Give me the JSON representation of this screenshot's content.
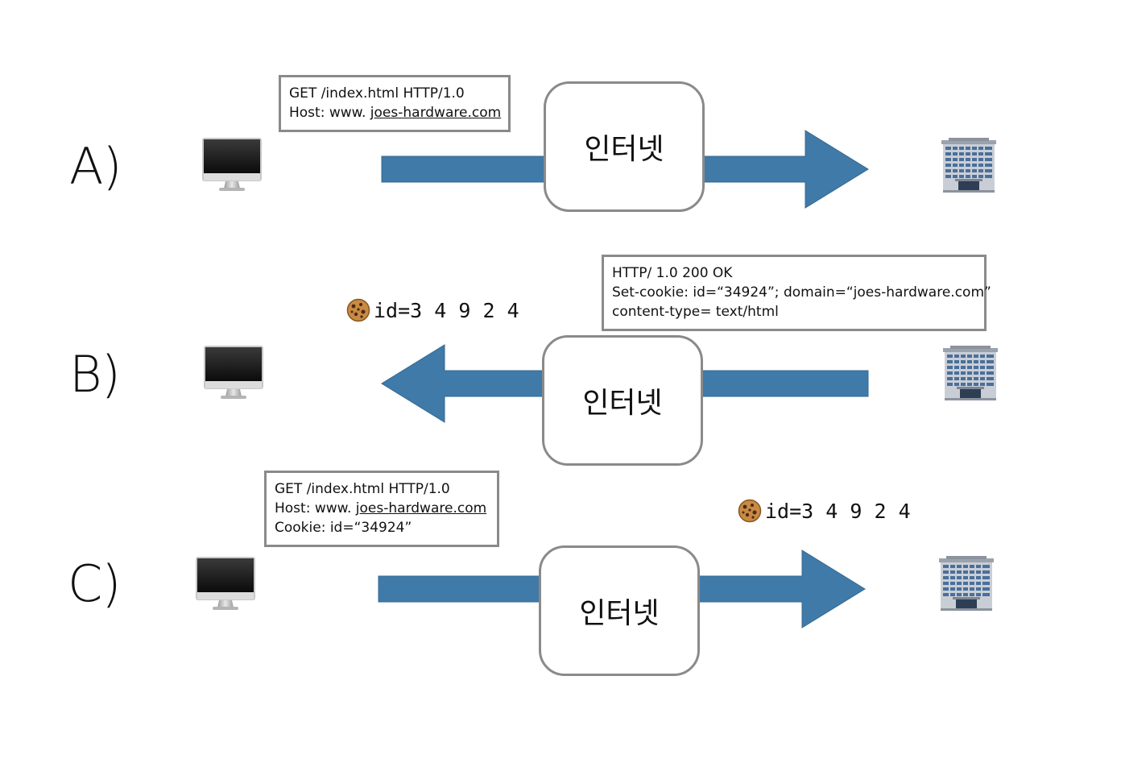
{
  "rows": {
    "a": {
      "label": "A)",
      "cloud": "인터넷",
      "message": [
        "GET /index.html HTTP/1.0",
        "Host: www. ",
        "joes-hardware.com"
      ]
    },
    "b": {
      "label": "B)",
      "cloud": "인터넷",
      "cookie": "id=3 4 9 2 4",
      "message": [
        "HTTP/ 1.0 200 OK",
        "Set-cookie: id=“34924”; domain=“joes-hardware.com”",
        "content-type= text/html"
      ]
    },
    "c": {
      "label": "C)",
      "cloud": "인터넷",
      "cookie": "id=3 4 9 2 4",
      "message": [
        "GET /index.html HTTP/1.0",
        "Host: www. ",
        "joes-hardware.com",
        "Cookie: id=“34924”"
      ]
    }
  },
  "icons": {
    "client": "desktop-monitor-icon",
    "server": "office-building-icon",
    "cookie": "cookie-icon"
  },
  "colors": {
    "arrow": "#3f7aa9",
    "box_border": "#8a8a8a"
  }
}
